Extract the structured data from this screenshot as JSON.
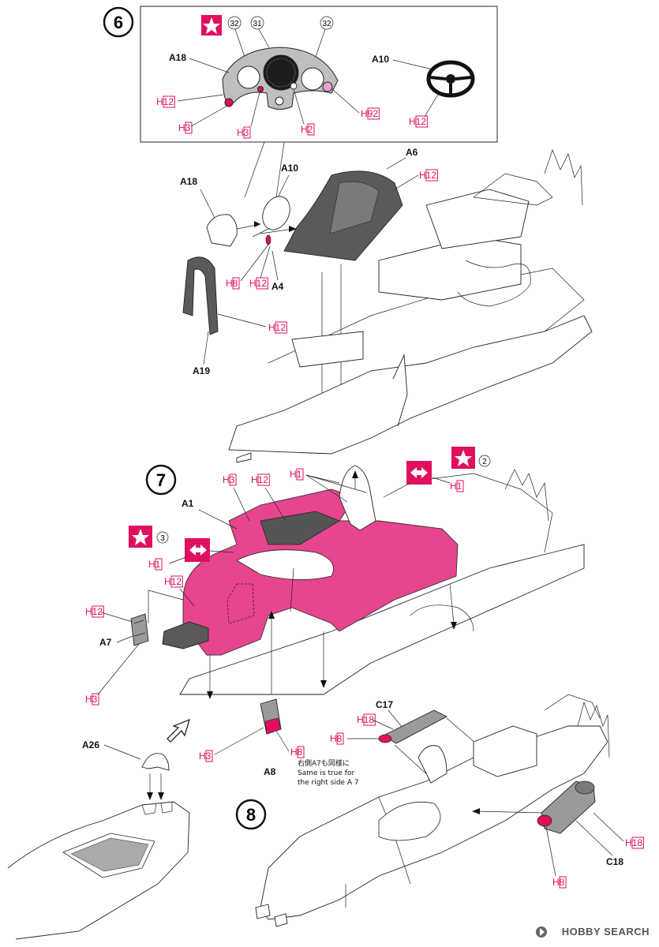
{
  "steps": [
    {
      "number": "6"
    },
    {
      "number": "7"
    },
    {
      "number": "8"
    }
  ],
  "parts": {
    "a18": "A18",
    "a10": "A10",
    "a6": "A6",
    "a4": "A4",
    "a19": "A19",
    "a1": "A1",
    "a7": "A7",
    "a26": "A26",
    "a8": "A8",
    "c17": "C17",
    "c18": "C18"
  },
  "colors": {
    "h1": "H1",
    "h2": "H2",
    "h3": "H3",
    "h8": "H8",
    "h12": "H12",
    "h18": "H18",
    "h92": "H92"
  },
  "decal_numbers": {
    "d32": "32",
    "d31": "31",
    "d2": "2",
    "d3": "3"
  },
  "note": {
    "jp": "右側A7も同様に",
    "line1": "Same is true for",
    "line2": "the right side A 7"
  },
  "brand": "HOBBY SEARCH",
  "palette": {
    "accent": "#e0105f",
    "body_pink": "#e8458f",
    "grey": "#9a9a9a"
  }
}
